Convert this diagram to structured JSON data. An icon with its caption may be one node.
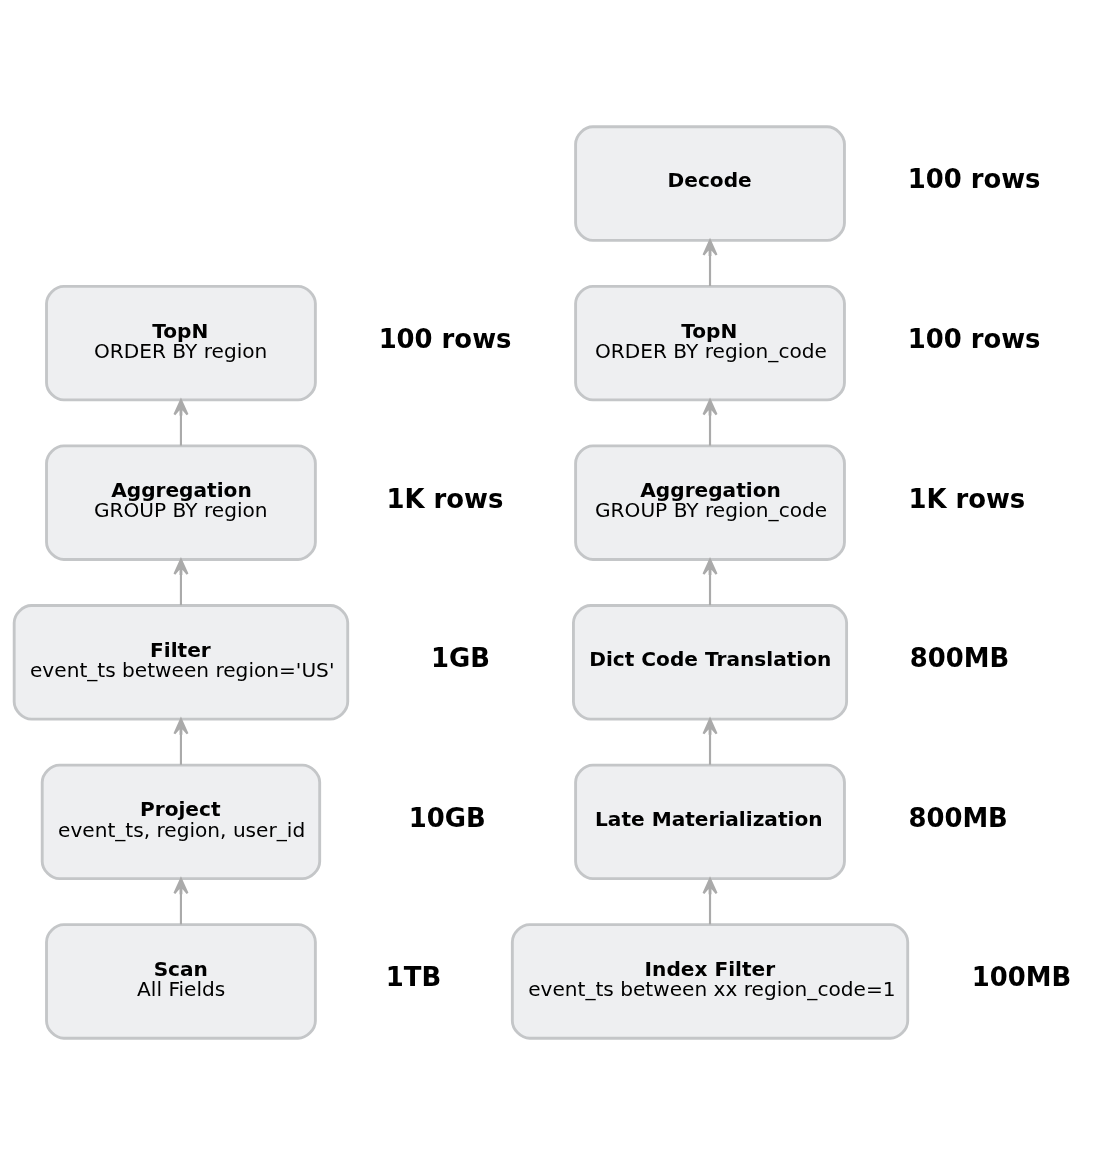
{
  "diagram": {
    "nodes": [
      {
        "text": [
          "TopN",
          "ORDER BY region"
        ],
        "beside": [
          "100 rows"
        ]
      },
      {
        "text": [
          "Aggregation",
          "GROUP BY region"
        ],
        "beside": [
          "1K rows"
        ]
      },
      {
        "text": [
          "Filter",
          "event_ts between region='US'"
        ],
        "beside": [
          "1GB"
        ]
      },
      {
        "text": [
          "Project",
          "event_ts, region, user_id"
        ],
        "beside": [
          "10GB"
        ]
      },
      {
        "text": [
          "Scan",
          "All Fields"
        ],
        "beside": [
          "1TB"
        ]
      },
      {
        "text": [
          "Decode"
        ],
        "beside": [
          "100 rows"
        ]
      },
      {
        "text": [
          "TopN",
          "ORDER BY region_code"
        ],
        "beside": [
          "100 rows"
        ]
      },
      {
        "text": [
          "Aggregation",
          "GROUP BY region_code"
        ],
        "beside": [
          "1K rows"
        ]
      },
      {
        "text": [
          "Dict Code Translation"
        ],
        "beside": [
          "800MB"
        ]
      },
      {
        "text": [
          "Late Materialization"
        ],
        "beside": [
          "800MB"
        ]
      },
      {
        "text": [
          "Index Filter",
          "event_ts between xx region_code=1"
        ],
        "beside": [
          "100MB"
        ]
      }
    ],
    "edges": [
      {
        "from": 4,
        "to": 3,
        "arrow": "to"
      },
      {
        "from": 3,
        "to": 2,
        "arrow": "to"
      },
      {
        "from": 2,
        "to": 1,
        "arrow": "to"
      },
      {
        "from": 1,
        "to": 0,
        "arrow": "to"
      },
      {
        "from": 10,
        "to": 9,
        "arrow": "to"
      },
      {
        "from": 9,
        "to": 8,
        "arrow": "to"
      },
      {
        "from": 8,
        "to": 7,
        "arrow": "to"
      },
      {
        "from": 7,
        "to": 6,
        "arrow": "to"
      },
      {
        "from": 6,
        "to": 5,
        "arrow": "to"
      }
    ]
  }
}
